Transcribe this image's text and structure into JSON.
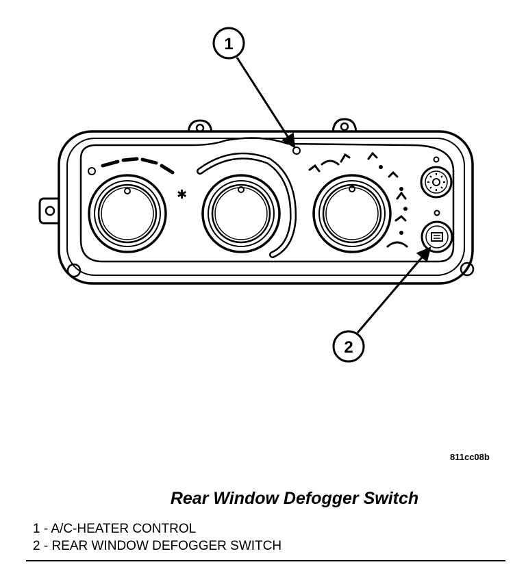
{
  "figure": {
    "figure_id": "811cc08b",
    "caption": "Rear Window Defogger Switch",
    "callouts": [
      {
        "number": "1"
      },
      {
        "number": "2"
      }
    ],
    "legend": [
      "1 - A/C-HEATER CONTROL",
      "2 - REAR WINDOW DEFOGGER SWITCH"
    ]
  }
}
